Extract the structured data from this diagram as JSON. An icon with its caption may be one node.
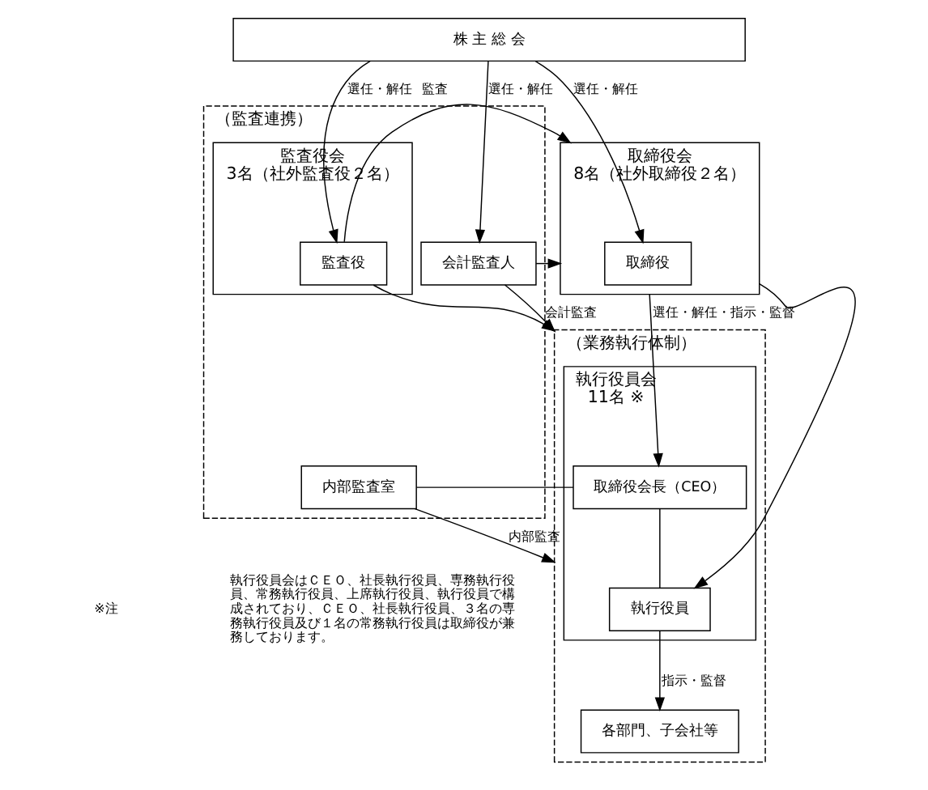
{
  "diagram": {
    "nodes": [
      {
        "text": [
          "株 主 総 会"
        ]
      },
      {
        "text": [
          "取締役会",
          "8名（社外取締役２名）"
        ]
      },
      {
        "text": [
          "取締役"
        ],
        "in": 1
      },
      {
        "text": [
          "（監査連携）"
        ]
      },
      {
        "text": [
          "監査役会",
          "3名（社外監査役２名）"
        ],
        "in": 3
      },
      {
        "text": [
          "監査役"
        ],
        "in": 4
      },
      {
        "text": [
          "会計監査人"
        ],
        "in": 3
      },
      {
        "text": [
          "内部監査室"
        ],
        "in": 3
      },
      {
        "text": [
          "（業務執行体制）"
        ]
      },
      {
        "text": [
          "執行役員会",
          "11名 ※"
        ],
        "in": 8
      },
      {
        "text": [
          "取締役会長（CEO）"
        ],
        "in": 9
      },
      {
        "text": [
          "執行役員"
        ],
        "in": 9
      },
      {
        "text": [
          "各部門、子会社等"
        ],
        "in": 8
      }
    ],
    "edges": [
      {
        "from": 0,
        "to": 2,
        "arrow": "to",
        "label": "選任・解任"
      },
      {
        "from": 0,
        "to": 5,
        "arrow": "to",
        "label": "選任・解任"
      },
      {
        "from": 0,
        "to": 6,
        "arrow": "to",
        "label": "選任・解任"
      },
      {
        "from": 5,
        "to": 1,
        "arrow": "to",
        "label": "監査"
      },
      {
        "from": 5,
        "to": 8,
        "arrow": "to"
      },
      {
        "from": 6,
        "to": 1,
        "arrow": "to"
      },
      {
        "from": 6,
        "to": 8,
        "arrow": "to",
        "label": "会計監査"
      },
      {
        "from": 7,
        "to": 8,
        "arrow": "to",
        "label": "内部監査"
      },
      {
        "from": 1,
        "to": 10,
        "arrow": "to",
        "label": "選任・解任・指示・監督"
      },
      {
        "from": 1,
        "to": 11,
        "arrow": "to"
      },
      {
        "from": 10,
        "to": 11,
        "arrow": "none"
      },
      {
        "from": 10,
        "to": 7,
        "arrow": "none"
      },
      {
        "from": 11,
        "to": 12,
        "arrow": "to",
        "label": "指示・監督"
      }
    ],
    "labels": [
      "※注",
      "執行役員会はＣＥＯ、社長執行役員、専務執行役員、常務執行役員、上席執行役員、執行役員で構成されており、ＣＥＯ、社長執行役員、３名の専務執行役員及び１名の常務執行役員は取締役が兼務しております。"
    ]
  }
}
